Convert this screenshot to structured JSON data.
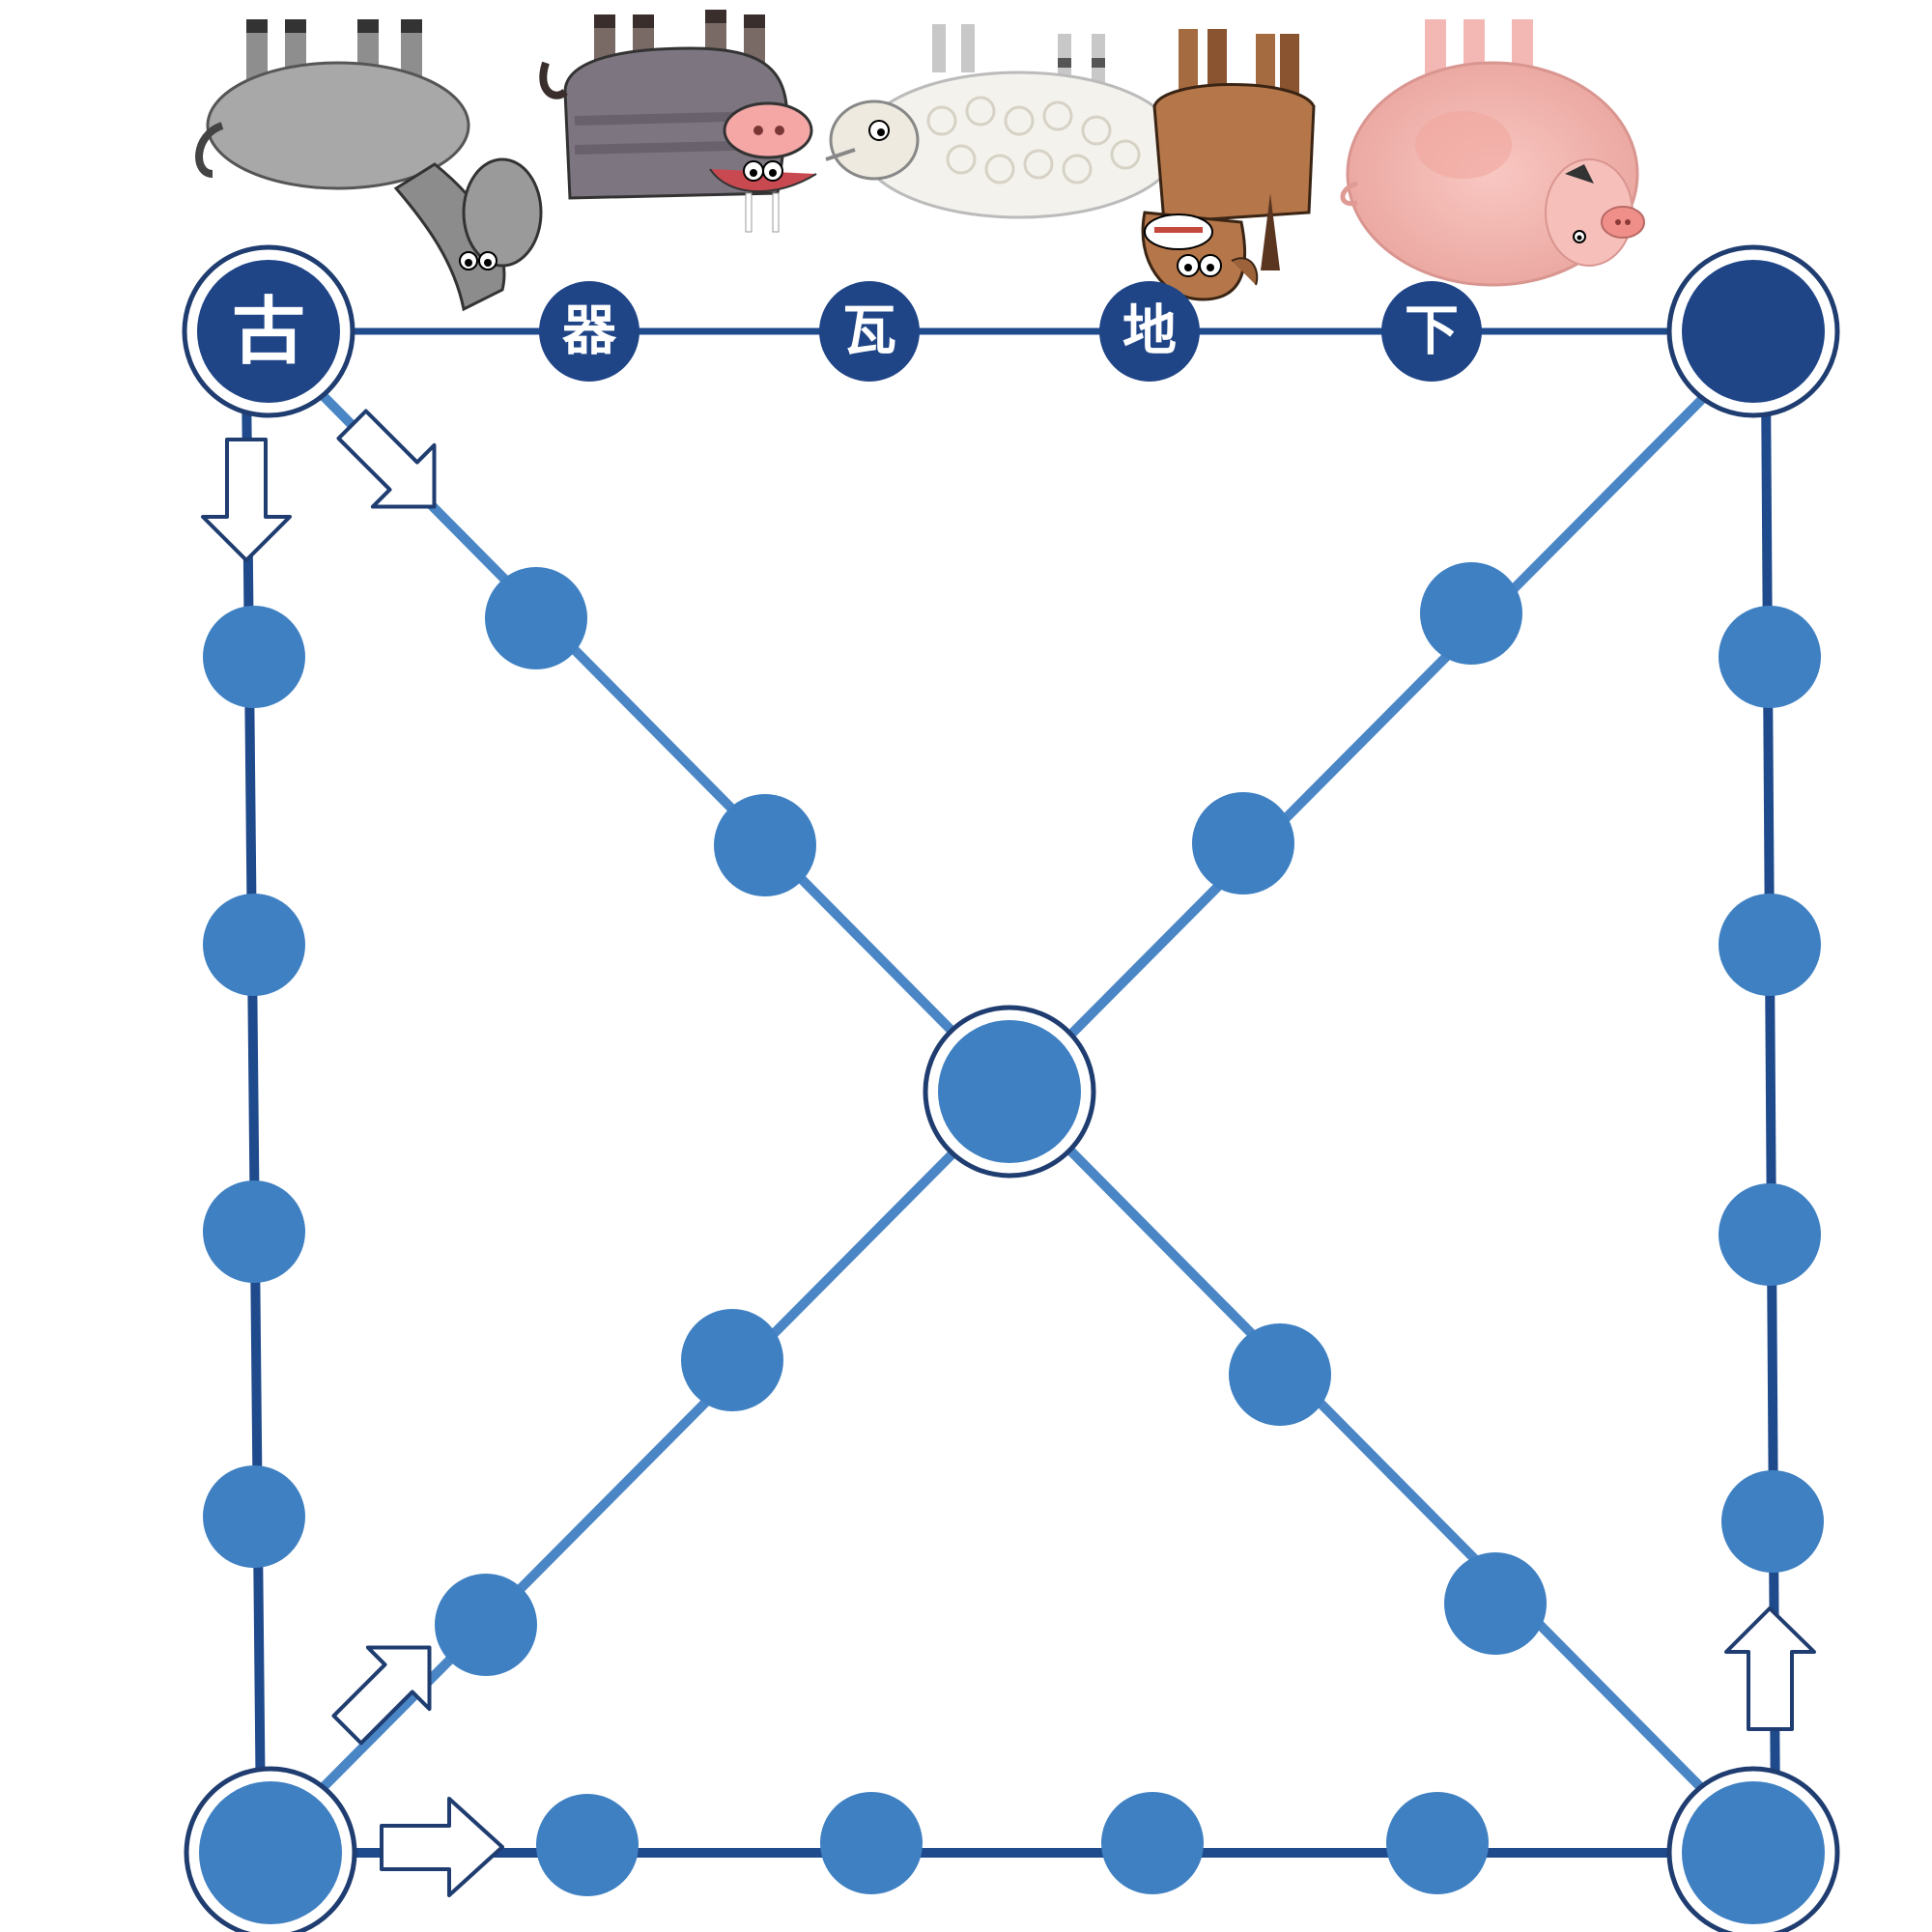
{
  "colors": {
    "background": "#ffffff",
    "outer_line": "#1f4a8c",
    "inner_line": "#4a86c6",
    "dark_node": "#1f4587",
    "light_node": "#3f80c2",
    "ring": "#ffffff",
    "ring_outline": "#1f3d70",
    "arrow_fill": "#ffffff",
    "arrow_stroke": "#1f3d70"
  },
  "animals": [
    {
      "name": "donkey",
      "icon": "donkey-icon"
    },
    {
      "name": "buffalo",
      "icon": "buffalo-icon"
    },
    {
      "name": "sheep",
      "icon": "sheep-icon"
    },
    {
      "name": "horse",
      "icon": "horse-icon"
    },
    {
      "name": "pig",
      "icon": "pig-icon"
    }
  ],
  "top_labels": [
    "古",
    "器",
    "瓦",
    "地",
    "下"
  ],
  "board": {
    "corner_start_label": "古",
    "corners": [
      "top-left",
      "top-right",
      "bottom-left",
      "bottom-right"
    ],
    "center": "center-node",
    "left_edge_nodes": 4,
    "right_edge_nodes": 4,
    "bottom_edge_nodes": 4,
    "diagonal_nodes_per_segment": 2
  },
  "arrows": [
    {
      "name": "arrow-down-left-edge",
      "direction": "down"
    },
    {
      "name": "arrow-diagonal-from-top-left",
      "direction": "down-right"
    },
    {
      "name": "arrow-diagonal-from-bottom-left",
      "direction": "up-right"
    },
    {
      "name": "arrow-right-bottom-edge",
      "direction": "right"
    },
    {
      "name": "arrow-up-right-edge",
      "direction": "up"
    }
  ]
}
